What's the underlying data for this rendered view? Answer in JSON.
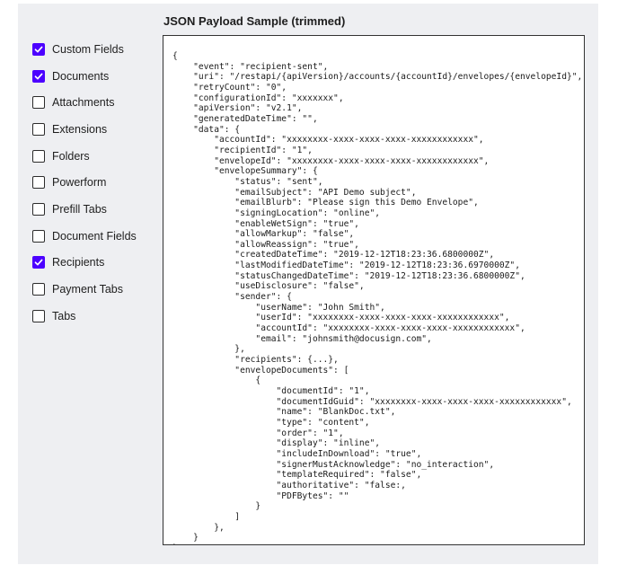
{
  "checklist": {
    "items": [
      {
        "label": "Custom Fields",
        "checked": true
      },
      {
        "label": "Documents",
        "checked": true
      },
      {
        "label": "Attachments",
        "checked": false
      },
      {
        "label": "Extensions",
        "checked": false
      },
      {
        "label": "Folders",
        "checked": false
      },
      {
        "label": "Powerform",
        "checked": false
      },
      {
        "label": "Prefill Tabs",
        "checked": false
      },
      {
        "label": "Document Fields",
        "checked": false
      },
      {
        "label": "Recipients",
        "checked": true
      },
      {
        "label": "Payment Tabs",
        "checked": false
      },
      {
        "label": "Tabs",
        "checked": false
      }
    ]
  },
  "payload": {
    "title": "JSON Payload Sample (trimmed)",
    "code": "{\n    \"event\": \"recipient-sent\",\n    \"uri\": \"/restapi/{apiVersion}/accounts/{accountId}/envelopes/{envelopeId}\",\n    \"retryCount\": \"0\",\n    \"configurationId\": \"xxxxxxx\",\n    \"apiVersion\": \"v2.1\",\n    \"generatedDateTime\": \"\",\n    \"data\": {\n        \"accountId\": \"xxxxxxxx-xxxx-xxxx-xxxx-xxxxxxxxxxxx\",\n        \"recipientId\": \"1\",\n        \"envelopeId\": \"xxxxxxxx-xxxx-xxxx-xxxx-xxxxxxxxxxxx\",\n        \"envelopeSummary\": {\n            \"status\": \"sent\",\n            \"emailSubject\": \"API Demo subject\",\n            \"emailBlurb\": \"Please sign this Demo Envelope\",\n            \"signingLocation\": \"online\",\n            \"enableWetSign\": \"true\",\n            \"allowMarkup\": \"false\",\n            \"allowReassign\": \"true\",\n            \"createdDateTime\": \"2019-12-12T18:23:36.6800000Z\",\n            \"lastModifiedDateTime\": \"2019-12-12T18:23:36.6970000Z\",\n            \"statusChangedDateTime\": \"2019-12-12T18:23:36.6800000Z\",\n            \"useDisclosure\": \"false\",\n            \"sender\": {\n                \"userName\": \"John Smith\",\n                \"userId\": \"xxxxxxxx-xxxx-xxxx-xxxx-xxxxxxxxxxxx\",\n                \"accountId\": \"xxxxxxxx-xxxx-xxxx-xxxx-xxxxxxxxxxxx\",\n                \"email\": \"johnsmith@docusign.com\",\n            },\n            \"recipients\": {...},\n            \"envelopeDocuments\": [\n                {\n                    \"documentId\": \"1\",\n                    \"documentIdGuid\": \"xxxxxxxx-xxxx-xxxx-xxxx-xxxxxxxxxxxx\",\n                    \"name\": \"BlankDoc.txt\",\n                    \"type\": \"content\",\n                    \"order\": \"1\",\n                    \"display\": \"inline\",\n                    \"includeInDownload\": \"true\",\n                    \"signerMustAcknowledge\": \"no_interaction\",\n                    \"templateRequired\": \"false\",\n                    \"authoritative\": \"false:,\n                    \"PDFBytes\": \"\"\n                }\n            ]\n        },\n    }\n}"
  },
  "colors": {
    "checkbox_checked": "#4c00ff",
    "panel_background": "#eeeff2"
  }
}
